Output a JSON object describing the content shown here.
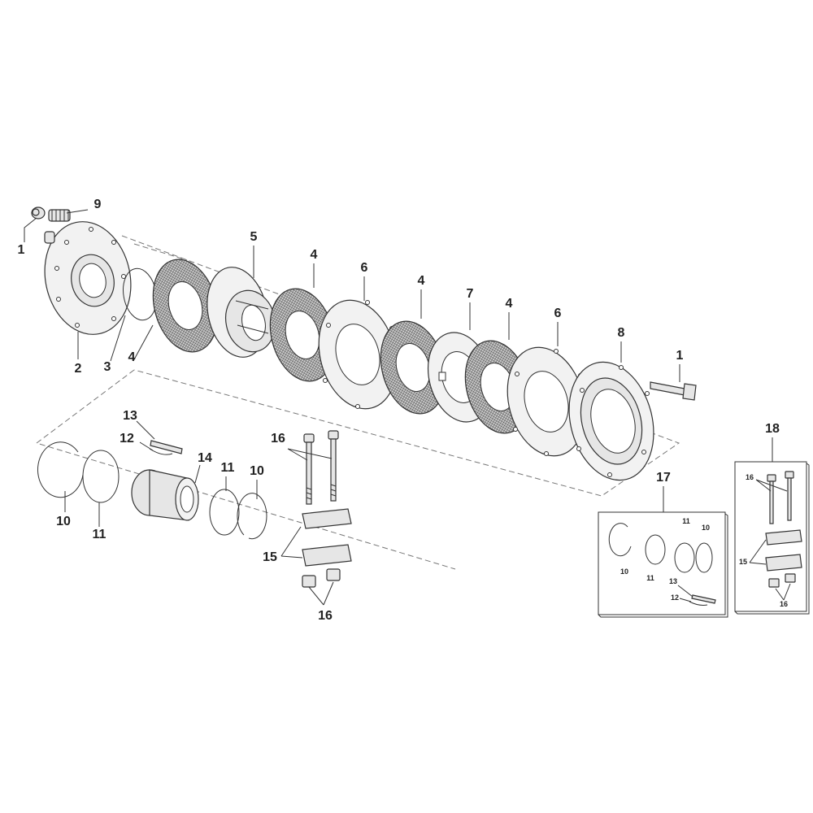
{
  "callouts": {
    "c1a": "1",
    "c9": "9",
    "c2": "2",
    "c3": "3",
    "c4a": "4",
    "c5": "5",
    "c4b": "4",
    "c6a": "6",
    "c4c": "4",
    "c7": "7",
    "c4d": "4",
    "c6b": "6",
    "c8": "8",
    "c1b": "1",
    "c13": "13",
    "c12": "12",
    "c14": "14",
    "c11a": "11",
    "c10a": "10",
    "c10b": "10",
    "c11b": "11",
    "c16a": "16",
    "c15": "15",
    "c16b": "16"
  },
  "inset17": {
    "title": "17",
    "c11": "11",
    "c10a": "10",
    "c10b": "10",
    "c11b": "11",
    "c13": "13",
    "c12": "12"
  },
  "inset18": {
    "title": "18",
    "c16a": "16",
    "c15": "15",
    "c16b": "16"
  }
}
